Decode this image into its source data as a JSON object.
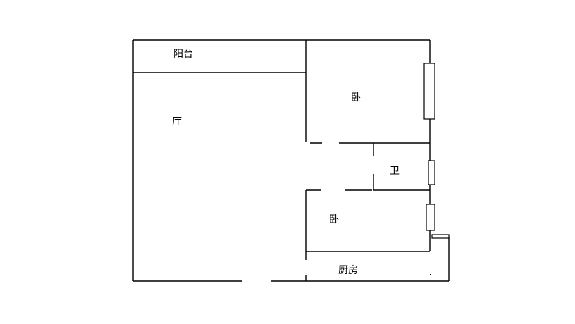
{
  "floor_plan": {
    "rooms": {
      "balcony": "阳台",
      "living_room": "厅",
      "bedroom_upper": "卧",
      "bathroom": "卫",
      "bedroom_lower": "卧",
      "kitchen": "厨房"
    },
    "colors": {
      "line": "#000000",
      "background": "#ffffff"
    }
  }
}
